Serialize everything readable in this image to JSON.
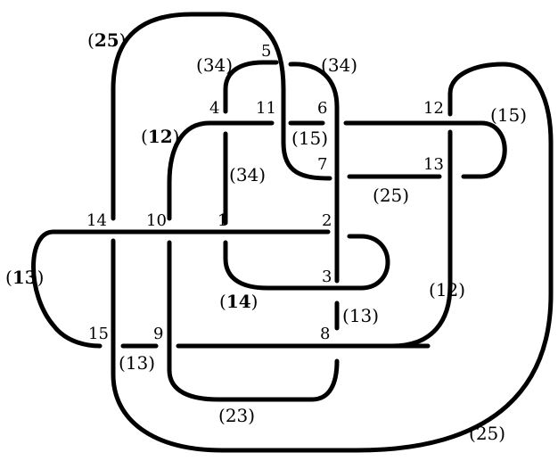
{
  "crossings": [
    "1",
    "2",
    "3",
    "4",
    "5",
    "6",
    "7",
    "8",
    "9",
    "10",
    "11",
    "12",
    "13",
    "14",
    "15"
  ],
  "arc_labels": [
    {
      "id": "a-25-top",
      "open": "(",
      "value": "25",
      "close": ")",
      "bold": true
    },
    {
      "id": "a-34-l",
      "open": "(",
      "value": "34",
      "close": ")",
      "bold": false
    },
    {
      "id": "a-34-r",
      "open": "(",
      "value": "34",
      "close": ")",
      "bold": false
    },
    {
      "id": "a-15-top",
      "open": "(",
      "value": "15",
      "close": ")",
      "bold": false
    },
    {
      "id": "a-12-l",
      "open": "(",
      "value": "12",
      "close": ")",
      "bold": true
    },
    {
      "id": "a-15-mid",
      "open": "(",
      "value": "15",
      "close": ")",
      "bold": false
    },
    {
      "id": "a-34-mid",
      "open": "(",
      "value": "34",
      "close": ")",
      "bold": false
    },
    {
      "id": "a-25-mid",
      "open": "(",
      "value": "25",
      "close": ")",
      "bold": false
    },
    {
      "id": "a-13-l",
      "open": "(",
      "value": "13",
      "close": ")",
      "bold": true
    },
    {
      "id": "a-14",
      "open": "(",
      "value": "14",
      "close": ")",
      "bold": true
    },
    {
      "id": "a-12-r",
      "open": "(",
      "value": "12",
      "close": ")",
      "bold": false
    },
    {
      "id": "a-13-mid",
      "open": "(",
      "value": "13",
      "close": ")",
      "bold": false
    },
    {
      "id": "a-13-low",
      "open": "(",
      "value": "13",
      "close": ")",
      "bold": false
    },
    {
      "id": "a-23",
      "open": "(",
      "value": "23",
      "close": ")",
      "bold": false
    },
    {
      "id": "a-25-bot",
      "open": "(",
      "value": "25",
      "close": ")",
      "bold": false
    }
  ]
}
